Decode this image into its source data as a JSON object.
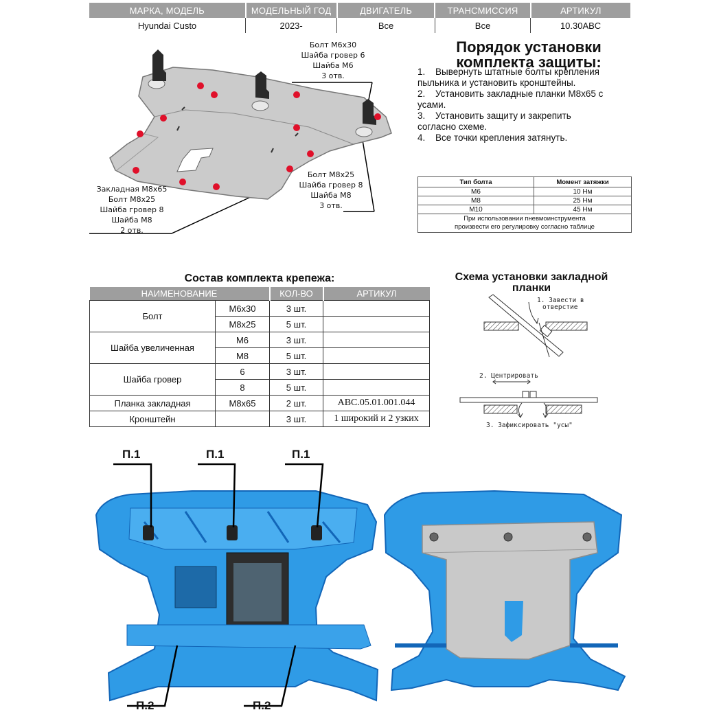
{
  "header": {
    "columns": [
      "МАРКА, МОДЕЛЬ",
      "МОДЕЛЬНЫЙ ГОД",
      "ДВИГАТЕЛЬ",
      "ТРАНСМИССИЯ",
      "АРТИКУЛ"
    ],
    "values": [
      "Hyundai Custo",
      "2023-",
      "Все",
      "Все",
      "10.30ABC"
    ]
  },
  "callouts": {
    "top": [
      "Болт М6х30",
      "Шайба гровер 6",
      "Шайба М6",
      "3 отв."
    ],
    "right": [
      "Болт М8х25",
      "Шайба гровер 8",
      "Шайба М8",
      "3 отв."
    ],
    "left": [
      "Закладная М8х65",
      "Болт М8х25",
      "Шайба гровер 8",
      "Шайба М8",
      "2 отв."
    ]
  },
  "instructions": {
    "title_line1": "Порядок установки",
    "title_line2": "комплекта защиты:",
    "steps": [
      {
        "num": "1.",
        "line1": "Вывернуть штатные болты крепления",
        "line2": "пыльника и установить кронштейны."
      },
      {
        "num": "2.",
        "line1": "Установить закладные планки М8х65 с",
        "line2": "усами."
      },
      {
        "num": "3.",
        "line1": "Установить    защиту    и    закрепить",
        "line2": "согласно схеме."
      },
      {
        "num": "4.",
        "line1": "Все точки крепления затянуть.",
        "line2": ""
      }
    ]
  },
  "torque": {
    "headers": [
      "Тип болта",
      "Момент затяжки"
    ],
    "rows": [
      [
        "М6",
        "10 Нм"
      ],
      [
        "М8",
        "25 Нм"
      ],
      [
        "М10",
        "45 Нм"
      ]
    ],
    "note_line1": "При использовании пневмоинструмента",
    "note_line2": "произвести его регулировку согласно таблице"
  },
  "kit": {
    "title": "Состав комплекта крепежа:",
    "headers": [
      "НАИМЕНОВАНИЕ",
      "КОЛ-ВО",
      "АРТИКУЛ"
    ],
    "rows": [
      {
        "name": "Болт",
        "size": "М6х30",
        "qty": "3 шт.",
        "art": ""
      },
      {
        "name": "",
        "size": "М8х25",
        "qty": "5 шт.",
        "art": ""
      },
      {
        "name": "Шайба увеличенная",
        "size": "М6",
        "qty": "3 шт.",
        "art": ""
      },
      {
        "name": "",
        "size": "М8",
        "qty": "5 шт.",
        "art": ""
      },
      {
        "name": "Шайба гровер",
        "size": "6",
        "qty": "3 шт.",
        "art": ""
      },
      {
        "name": "",
        "size": "8",
        "qty": "5 шт.",
        "art": ""
      },
      {
        "name": "Планка закладная",
        "size": "М8х65",
        "qty": "2 шт.",
        "art": "ABC.05.01.001.044"
      },
      {
        "name": "Кронштейн",
        "size": "",
        "qty": "3 шт.",
        "art": "1 широкий и 2 узких"
      }
    ]
  },
  "scheme": {
    "title_line1": "Схема установки закладной",
    "title_line2": "планки",
    "step1_line1": "1. Завести в",
    "step1_line2": "отверстие",
    "step2": "2. Центрировать",
    "step3": "3. Зафиксировать \"усы\""
  },
  "markers": {
    "p1": "П.1",
    "p2": "П.2"
  },
  "colors": {
    "header_gray": "#9e9e9e",
    "plate_gray": "#c9c9c9",
    "mount_red": "#e0102a",
    "car_blue": "#2f9be6",
    "car_blue_dark": "#1266b8"
  }
}
